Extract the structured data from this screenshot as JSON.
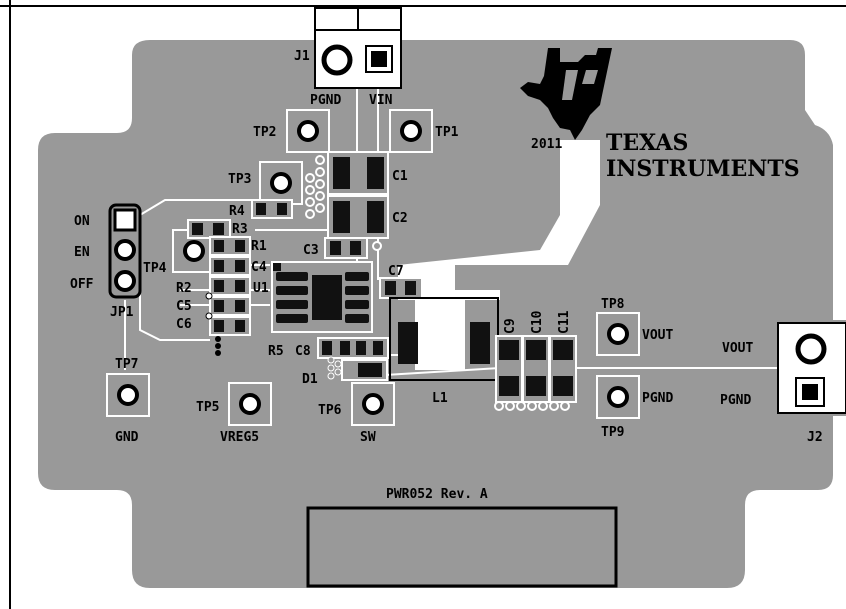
{
  "board": {
    "revision": "PWR052 Rev. A",
    "year": "2011",
    "logo_line1": "TEXAS",
    "logo_line2": "INSTRUMENTS",
    "logo_icon": "ti-logo-icon"
  },
  "connectors": {
    "j1": "J1",
    "j1_pin1": "PGND",
    "j1_pin2": "VIN",
    "j2": "J2",
    "j2_pin1": "VOUT",
    "j2_pin2": "PGND"
  },
  "jumper": {
    "name": "JP1",
    "on": "ON",
    "en": "EN",
    "off": "OFF"
  },
  "testpoints": {
    "tp1": "TP1",
    "tp2": "TP2",
    "tp3": "TP3",
    "tp4": "TP4",
    "tp5": "TP5",
    "tp6": "TP6",
    "tp7": "TP7",
    "tp8": "TP8",
    "tp9": "TP9",
    "tp5_net": "VREG5",
    "tp6_net": "SW",
    "tp7_net": "GND",
    "tp8_net": "VOUT",
    "tp9_net": "PGND"
  },
  "components": {
    "c1": "C1",
    "c2": "C2",
    "c3": "C3",
    "c4": "C4",
    "c5": "C5",
    "c6": "C6",
    "c7": "C7",
    "c8": "C8",
    "c9": "C9",
    "c10": "C10",
    "c11": "C11",
    "r1": "R1",
    "r2": "R2",
    "r3": "R3",
    "r4": "R4",
    "r5": "R5",
    "u1": "U1",
    "d1": "D1",
    "l1": "L1"
  },
  "colors": {
    "board": "#999999",
    "silkscreen": "#ffffff",
    "copper": "#111111",
    "text": "#000000"
  }
}
